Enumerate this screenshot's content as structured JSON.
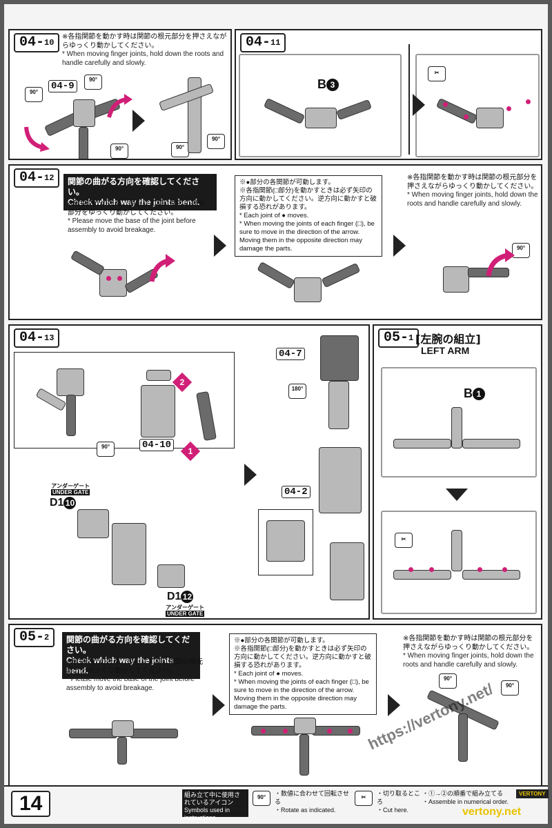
{
  "page": {
    "number": "14"
  },
  "steps": {
    "s0410": {
      "step_main": "04",
      "step_sub": "10",
      "note_jp": "※各指関節を動かす時は関節の根元部分を押さえながらゆっくり動かしてください。",
      "note_en": "* When moving finger joints, hold down the roots and handle carefully and slowly.",
      "ref_label": "04-9",
      "rot": "90°"
    },
    "s0411": {
      "step_main": "04",
      "step_sub": "11",
      "part_letter": "B",
      "part_num": "3"
    },
    "s0412": {
      "step_main": "04",
      "step_sub": "12",
      "title_jp": "関節の曲がる方向を確認してください。",
      "title_en": "Check which way the joints bend.",
      "note_jp": "※破損防止のため、組み立て前に関節の根元部分をゆっくり動かしてください。",
      "note_en": "* Please move the base of the joint before assembly to avoid breakage.",
      "box_jp1": "※●部分の各関節が可動します。",
      "box_jp2": "※各指関節(□部分)を動かすときは必ず矢印の方向に動かしてください。逆方向に動かすと破損する恐れがあります。",
      "box_en1": "* Each joint of ● moves.",
      "box_en2": "* When moving the joints of each finger (□), be sure to move in the direction of the arrow. Moving them in the opposite direction may damage the parts.",
      "note2_jp": "※各指関節を動かす時は関節の根元部分を押さえながらゆっくり動かしてください。",
      "note2_en": "* When moving finger joints, hold down the roots and handle carefully and slowly.",
      "rot": "90°"
    },
    "s0413": {
      "step_main": "04",
      "step_sub": "13",
      "rot90": "90°",
      "rot180": "180°",
      "ref_0410": "04-10",
      "ref_047": "04-7",
      "ref_042": "04-2",
      "gate_jp": "アンダーゲート",
      "gate_en": "UNDER GATE",
      "part_d10_letter": "D1",
      "part_d10_num": "10",
      "part_d12_letter": "D1",
      "part_d12_num": "12",
      "order1": "1",
      "order2": "2"
    },
    "s0501": {
      "step_main": "05",
      "step_sub": "1",
      "title_jp": "[左腕の組立]",
      "title_en": "LEFT ARM",
      "part_letter": "B",
      "part_num": "1"
    },
    "s0502": {
      "step_main": "05",
      "step_sub": "2",
      "title_jp": "関節の曲がる方向を確認してください。",
      "title_en": "Check which way the joints bend.",
      "note_jp": "※破損防止のため、組み立て前に関節の根元部分をゆっくり動かしてください。",
      "note_en": "* Please move the base of the joint before assembly to avoid breakage.",
      "box_jp1": "※●部分の各関節が可動します。",
      "box_jp2": "※各指関節(□部分)を動かすときは必ず矢印の方向に動かしてください。逆方向に動かすと破損する恐れがあります。",
      "box_en1": "* Each joint of ● moves.",
      "box_en2": "* When moving the joints of each finger (□), be sure to move in the direction of the arrow. Moving them in the opposite direction may damage the parts.",
      "note2_jp": "※各指関節を動かす時は関節の根元部分を押さえながらゆっくり動かしてください。",
      "note2_en": "* When moving finger joints, hold down the roots and handle carefully and slowly.",
      "rot": "90°"
    }
  },
  "legend": {
    "head_jp": "組み立て中に使用されているアイコン",
    "head_en": "Symbols used in instructions",
    "rotate_icon": "90°",
    "rotate_jp": "・数値に合わせて回転させる",
    "rotate_en": "・Rotate as indicated.",
    "cut_jp": "・切り取るところ",
    "cut_en": "・Cut here.",
    "order_jp": "・①→②の順番で組み立てる",
    "order_en": "・Assemble in numerical order."
  },
  "watermark": {
    "url": "https://vertony.net/",
    "brand_top": "VERTONY",
    "brand_bottom": "vertony.net"
  },
  "colors": {
    "accent": "#d11f77",
    "ink": "#111111",
    "part_gray": "#b9b9b9"
  }
}
